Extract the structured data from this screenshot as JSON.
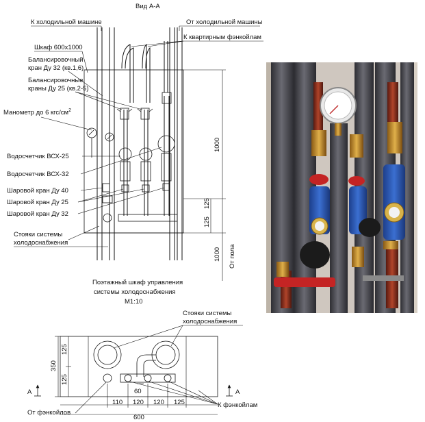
{
  "view_title": "Вид А-А",
  "labels": {
    "to_chiller": "К холодильной машине",
    "from_chiller": "От холодильной машины",
    "to_apartment_fancoils": "К квартирным фэнкойлам",
    "cabinet": "Шкаф 600x1000",
    "balancing_valve_32_l1": "Балансировочный",
    "balancing_valve_32_l2": "кран Ду 32 (кв.1,6)",
    "balancing_valves_25_l1": "Балансировочные",
    "balancing_valves_25_l2": "краны Ду 25 (кв.2-5)",
    "manometer": "Манометр до 6 кгс/см",
    "manometer_sup": "2",
    "meter_25": "Водосчетчик ВСХ-25",
    "meter_32": "Водосчетчик ВСХ-32",
    "ball_valve_40": "Шаровой кран Ду 40",
    "ball_valve_25": "Шаровой кран Ду 25",
    "ball_valve_32": "Шаровой кран Ду 32",
    "risers_l1": "Стояки системы",
    "risers_l2": "холодоснабжения",
    "floor_level": "От пола"
  },
  "caption": {
    "line1": "Поэтажный шкаф управления",
    "line2": "системы холодоснабжения",
    "line3": "М1:10"
  },
  "plan_labels": {
    "risers_l1": "Стояки системы",
    "risers_l2": "холодоснабжения",
    "from_fancoils": "От фэнкойлов",
    "to_fancoils": "К фэнкойлам",
    "section_mark_left": "А",
    "section_mark_right": "А"
  },
  "dimensions": {
    "height_1000_top": "1000",
    "dim_125_a": "125",
    "dim_125_b": "125",
    "height_1000_bottom": "1000",
    "plan_350": "350",
    "plan_125_a": "125",
    "plan_125_b": "125",
    "plan_60": "60",
    "plan_110": "110",
    "plan_120_a": "120",
    "plan_120_b": "120",
    "plan_125_c": "125",
    "plan_600": "600"
  },
  "photo": {
    "description_icon": "photo-icon"
  }
}
